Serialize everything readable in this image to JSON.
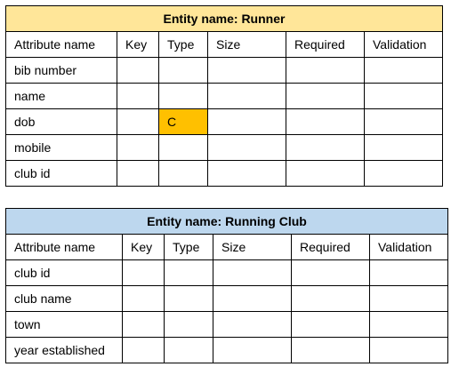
{
  "runner": {
    "title": "Entity name: Runner",
    "columns": [
      "Attribute name",
      "Key",
      "Type",
      "Size",
      "Required",
      "Validation"
    ],
    "rows": [
      {
        "attribute": "bib number",
        "key": "",
        "type": "",
        "size": "",
        "required": "",
        "validation": ""
      },
      {
        "attribute": "name",
        "key": "",
        "type": "",
        "size": "",
        "required": "",
        "validation": ""
      },
      {
        "attribute": "dob",
        "key": "",
        "type": "C",
        "size": "",
        "required": "",
        "validation": ""
      },
      {
        "attribute": "mobile",
        "key": "",
        "type": "",
        "size": "",
        "required": "",
        "validation": ""
      },
      {
        "attribute": "club id",
        "key": "",
        "type": "",
        "size": "",
        "required": "",
        "validation": ""
      }
    ],
    "header_color": "#ffe699",
    "highlight_color": "#ffc000"
  },
  "club": {
    "title": "Entity name: Running Club",
    "columns": [
      "Attribute name",
      "Key",
      "Type",
      "Size",
      "Required",
      "Validation"
    ],
    "rows": [
      {
        "attribute": "club id",
        "key": "",
        "type": "",
        "size": "",
        "required": "",
        "validation": ""
      },
      {
        "attribute": "club name",
        "key": "",
        "type": "",
        "size": "",
        "required": "",
        "validation": ""
      },
      {
        "attribute": "town",
        "key": "",
        "type": "",
        "size": "",
        "required": "",
        "validation": ""
      },
      {
        "attribute": "year established",
        "key": "",
        "type": "",
        "size": "",
        "required": "",
        "validation": ""
      }
    ],
    "header_color": "#bdd7ee"
  }
}
